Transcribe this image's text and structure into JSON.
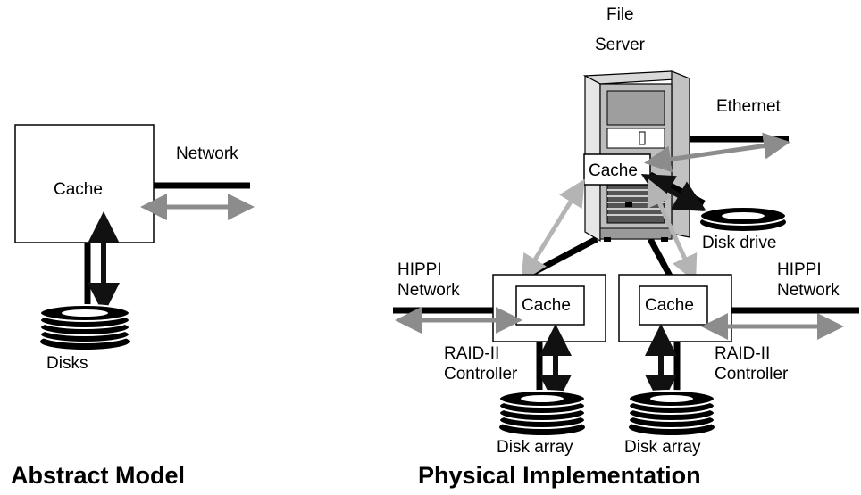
{
  "colors": {
    "black_arrow": "#111111",
    "gray_arrow": "#8c8c8c",
    "light_arrow": "#b4b4b4"
  },
  "abstract": {
    "cache_label": "Cache",
    "network_label": "Network",
    "disks_label": "Disks",
    "title": "Abstract Model"
  },
  "physical": {
    "file_server_line1": "File",
    "file_server_line2": "Server",
    "ethernet_label": "Ethernet",
    "server_cache_label": "Cache",
    "disk_drive_label": "Disk drive",
    "hippi_left_line1": "HIPPI",
    "hippi_left_line2": "Network",
    "hippi_right_line1": "HIPPI",
    "hippi_right_line2": "Network",
    "left_cache_label": "Cache",
    "right_cache_label": "Cache",
    "raid_left_line1": "RAID-II",
    "raid_left_line2": "Controller",
    "raid_right_line1": "RAID-II",
    "raid_right_line2": "Controller",
    "disk_array_left_label": "Disk array",
    "disk_array_right_label": "Disk array",
    "title": "Physical Implementation"
  }
}
